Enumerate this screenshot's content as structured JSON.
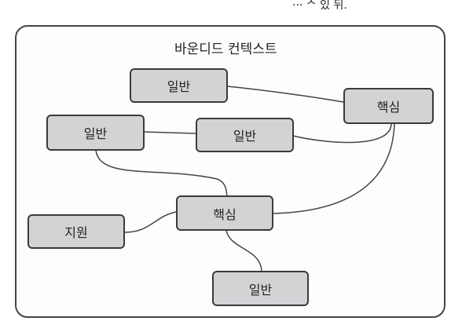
{
  "top_fragment": "··· ᄉ 있 뒤.",
  "bounded_context": {
    "title": "바운디드 컨텍스트"
  },
  "nodes": {
    "generic_top": "일반",
    "generic_left": "일반",
    "generic_middle": "일반",
    "generic_bottom": "일반",
    "core_right": "핵심",
    "core_center": "핵심",
    "supporting": "지원"
  },
  "colors": {
    "node_fill": "#d3d3d6",
    "border": "#3b3b3b"
  }
}
